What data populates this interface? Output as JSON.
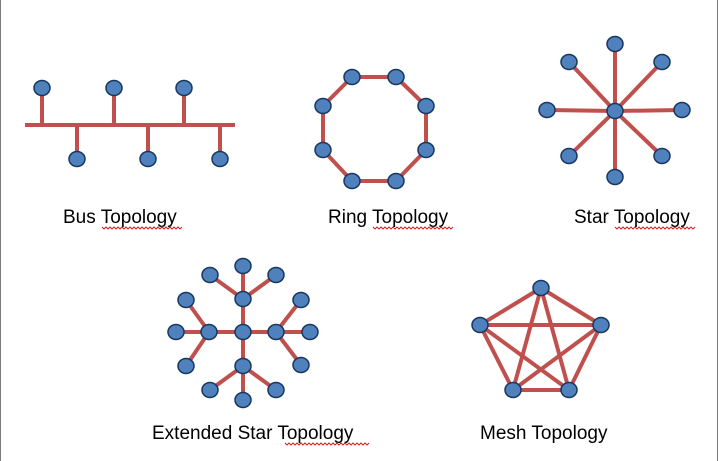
{
  "colors": {
    "link": "#c0504d",
    "node_fill": "#4f81bd",
    "node_stroke": "#17375e",
    "spellcheck_underline": "#d42020"
  },
  "topologies": {
    "bus": {
      "label_first": "Bus",
      "label_second": "Topology"
    },
    "ring": {
      "label_first": "Ring",
      "label_second": "Topology"
    },
    "star": {
      "label_first": "Star",
      "label_second": "Topology"
    },
    "extended_star": {
      "label_first": "Extended Star",
      "label_second": "Topology"
    },
    "mesh": {
      "label_first": "Mesh",
      "label_second": "Topology"
    }
  }
}
